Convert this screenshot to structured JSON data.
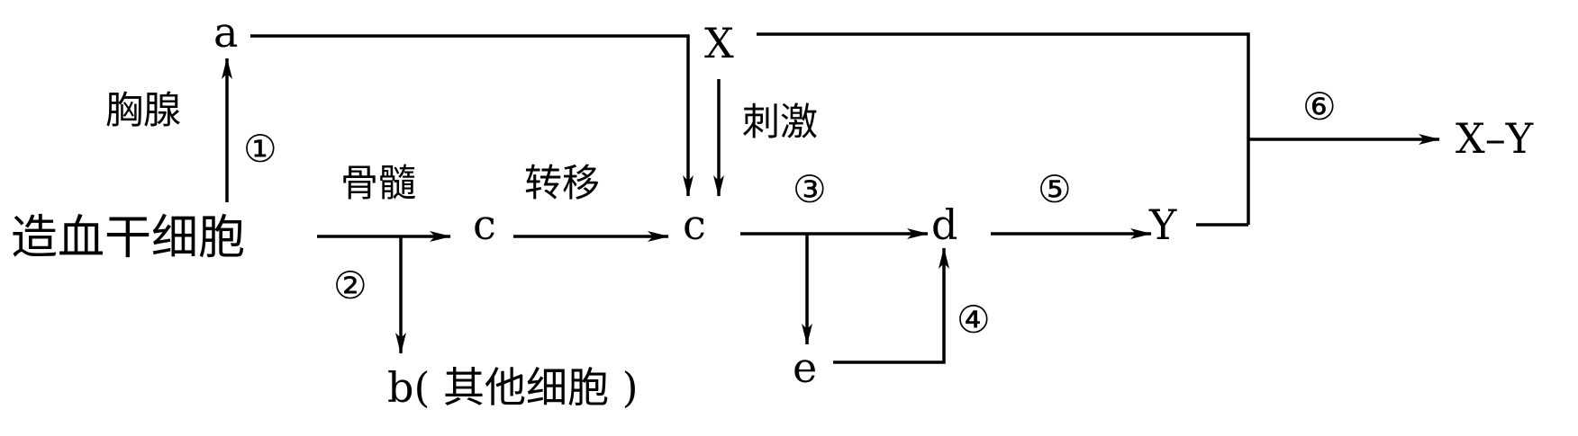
{
  "nodes": {
    "stem_cell": "造血干细胞",
    "a": "a",
    "b": "b( 其他细胞 )",
    "c1": "c",
    "c2": "c",
    "d": "d",
    "e": "e",
    "x": "X",
    "y": "Y",
    "xy": "X–Y"
  },
  "edge_labels": {
    "thymus": "胸腺",
    "bone_marrow": "骨髓",
    "transfer": "转移",
    "stimulate": "刺激"
  },
  "step_markers": {
    "s1": "①",
    "s2": "②",
    "s3": "③",
    "s4": "④",
    "s5": "⑤",
    "s6": "⑥"
  }
}
